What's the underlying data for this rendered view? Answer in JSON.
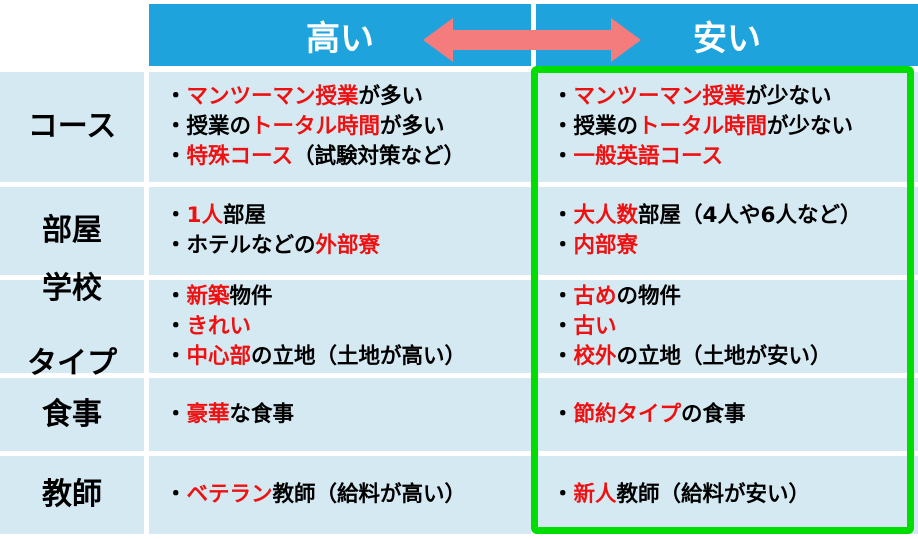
{
  "header": {
    "high": "高い",
    "cheap": "安い"
  },
  "colors": {
    "header_bg": "#1ea3dd",
    "cell_bg": "#d5e9f3",
    "accent_red": "#ee1111",
    "highlight_green": "#00dd00",
    "arrow": "#f47c7c"
  },
  "icons": {
    "arrow": "double-arrow-icon"
  },
  "rows": [
    {
      "label": "コース",
      "high": [
        [
          {
            "t": "・"
          },
          {
            "t": "マンツーマン授業",
            "r": true
          },
          {
            "t": "が多い"
          }
        ],
        [
          {
            "t": "・"
          },
          {
            "t": "授業の"
          },
          {
            "t": "トータル時間",
            "r": true
          },
          {
            "t": "が多い"
          }
        ],
        [
          {
            "t": "・"
          },
          {
            "t": "特殊コース",
            "r": true
          },
          {
            "t": "（試験対策など）"
          }
        ]
      ],
      "cheap": [
        [
          {
            "t": "・"
          },
          {
            "t": "マンツーマン授業",
            "r": true
          },
          {
            "t": "が少ない"
          }
        ],
        [
          {
            "t": "・"
          },
          {
            "t": "授業の"
          },
          {
            "t": "トータル時間",
            "r": true
          },
          {
            "t": "が少ない"
          }
        ],
        [
          {
            "t": "・"
          },
          {
            "t": "一般英語コース",
            "r": true
          }
        ]
      ]
    },
    {
      "label": "部屋",
      "high": [
        [
          {
            "t": "・"
          },
          {
            "t": "1人",
            "r": true
          },
          {
            "t": "部屋"
          }
        ],
        [
          {
            "t": "・"
          },
          {
            "t": "ホテルなどの"
          },
          {
            "t": "外部寮",
            "r": true
          }
        ]
      ],
      "cheap": [
        [
          {
            "t": "・"
          },
          {
            "t": "大人数",
            "r": true
          },
          {
            "t": "部屋（4人や6人など）"
          }
        ],
        [
          {
            "t": "・"
          },
          {
            "t": "内部寮",
            "r": true
          }
        ]
      ]
    },
    {
      "label": "学校\nタイプ",
      "high": [
        [
          {
            "t": "・"
          },
          {
            "t": "新築",
            "r": true
          },
          {
            "t": "物件"
          }
        ],
        [
          {
            "t": "・"
          },
          {
            "t": "きれい",
            "r": true
          }
        ],
        [
          {
            "t": "・"
          },
          {
            "t": "中心部",
            "r": true
          },
          {
            "t": "の立地（土地が高い）"
          }
        ]
      ],
      "cheap": [
        [
          {
            "t": "・"
          },
          {
            "t": "古め",
            "r": true
          },
          {
            "t": "の物件"
          }
        ],
        [
          {
            "t": "・"
          },
          {
            "t": "古い",
            "r": true
          }
        ],
        [
          {
            "t": "・"
          },
          {
            "t": "校外",
            "r": true
          },
          {
            "t": "の立地（土地が安い）"
          }
        ]
      ]
    },
    {
      "label": "食事",
      "high": [
        [
          {
            "t": "・"
          },
          {
            "t": "豪華",
            "r": true
          },
          {
            "t": "な食事"
          }
        ]
      ],
      "cheap": [
        [
          {
            "t": "・"
          },
          {
            "t": "節約タイプ",
            "r": true
          },
          {
            "t": "の食事"
          }
        ]
      ]
    },
    {
      "label": "教師",
      "high": [
        [
          {
            "t": "・"
          },
          {
            "t": "ベテラン",
            "r": true
          },
          {
            "t": "教師（給料が高い）"
          }
        ]
      ],
      "cheap": [
        [
          {
            "t": "・"
          },
          {
            "t": "新人",
            "r": true
          },
          {
            "t": "教師（給料が安い）"
          }
        ]
      ]
    }
  ]
}
